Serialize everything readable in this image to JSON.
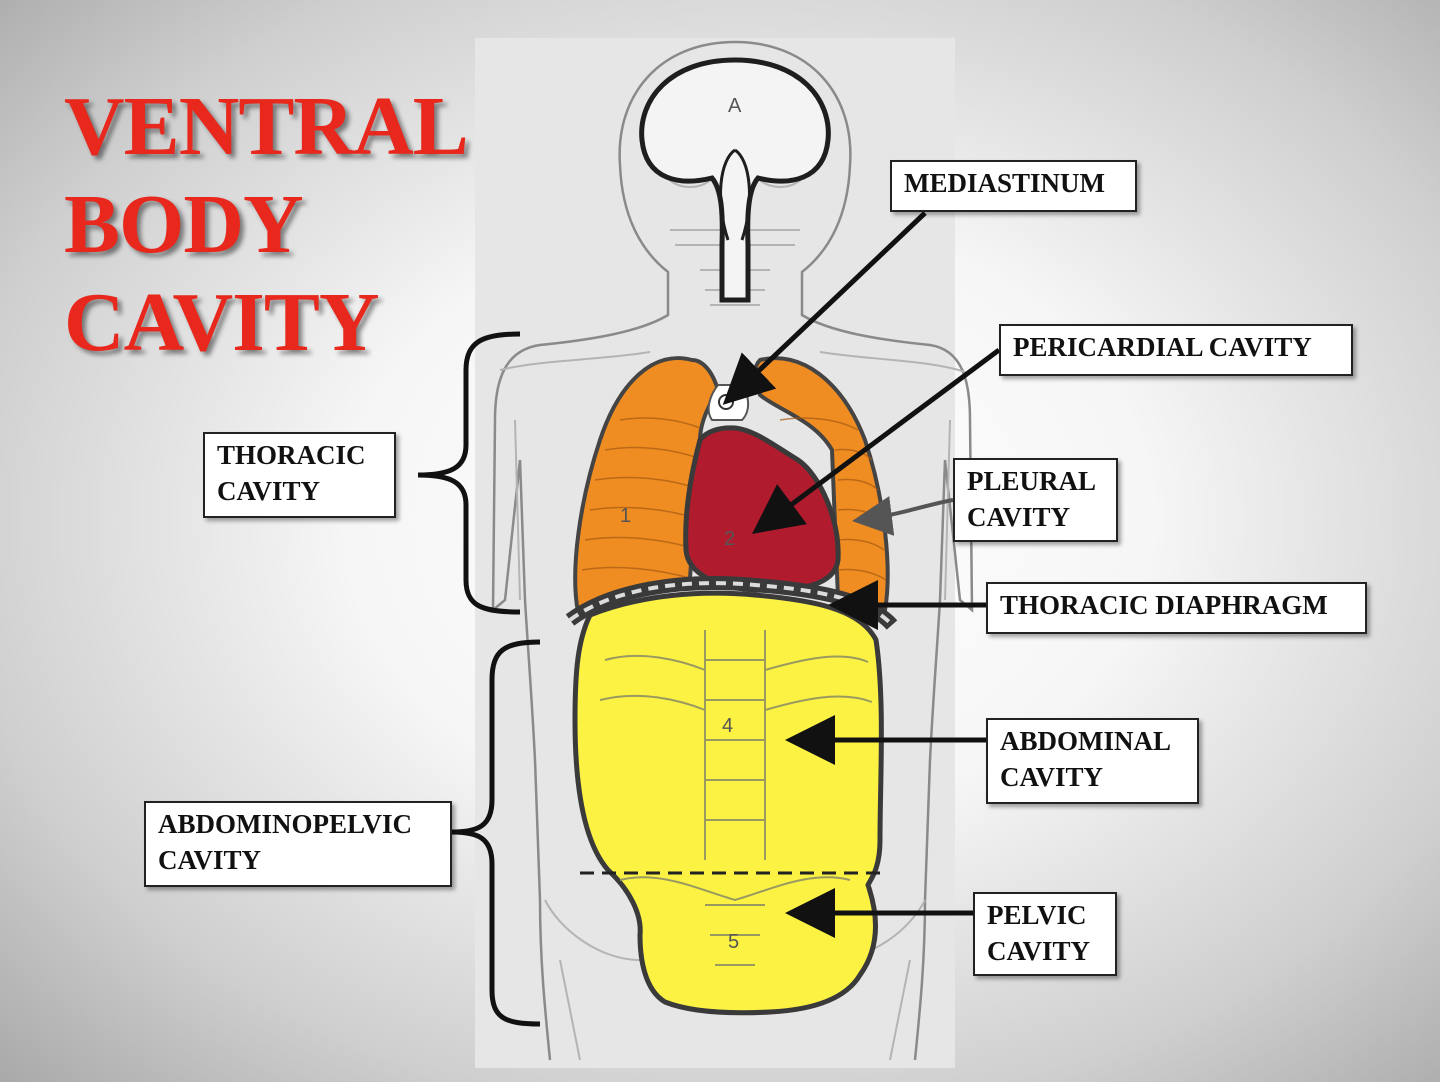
{
  "title": {
    "lines": [
      "VENTRAL",
      "BODY",
      "CAVITY"
    ]
  },
  "labels": {
    "mediastinum": [
      "MEDIASTINUM"
    ],
    "pericardial": [
      "PERICARDIAL CAVITY"
    ],
    "pleural": [
      "PLEURAL",
      "CAVITY"
    ],
    "diaphragm": [
      "THORACIC DIAPHRAGM"
    ],
    "abdominal": [
      "ABDOMINAL",
      "CAVITY"
    ],
    "pelvic": [
      "PELVIC",
      "CAVITY"
    ],
    "thoracic": [
      "THORACIC",
      "CAVITY"
    ],
    "abdominopelvic": [
      "ABDOMINOPELVIC",
      "CAVITY"
    ]
  },
  "figure_marks": {
    "cranial": "A",
    "lung": "1",
    "heart": "2",
    "abdomen": "4",
    "pelvis": "5"
  },
  "colors": {
    "title": "#e8281d",
    "lungs": "#ef8c22",
    "heart": "#b01c2e",
    "abdominopelvic": "#fbf244",
    "panel": "#e6e6e6"
  }
}
